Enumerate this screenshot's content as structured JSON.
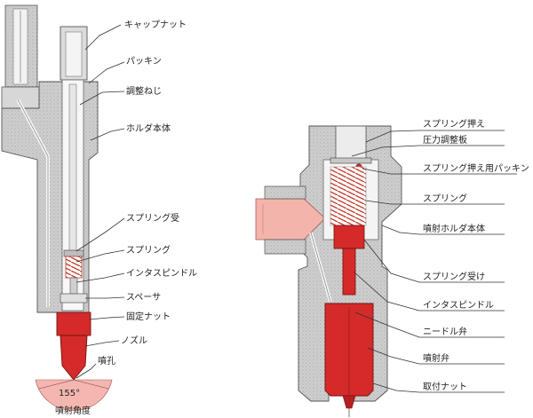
{
  "colors": {
    "body_gray": "#c9c9c9",
    "body_dark": "#8f8f8f",
    "nozzle_red": "#d42a2a",
    "nozzle_red_dark": "#a91c1c",
    "spray_pink": "#f4b6b0",
    "background": "#ffffff"
  },
  "left_diagram": {
    "labels": {
      "cap_nut": "キャップナット",
      "packing": "パッキン",
      "adjusting_screw": "調整ねじ",
      "holder_body": "ホルダ本体",
      "spring_seat": "スプリング受",
      "spring": "スプリング",
      "inter_spindle": "インタスピンドル",
      "spacer": "スペーサ",
      "fixing_nut": "固定ナット",
      "nozzle": "ノズル",
      "spray_hole": "噴孔",
      "spray_angle_value": "155°",
      "spray_angle": "噴射角度"
    }
  },
  "right_diagram": {
    "labels": {
      "spring_retainer": "スプリング押え",
      "pressure_adjusting_plate": "圧力調整板",
      "spring_retainer_packing": "スプリング押え用パッキン",
      "spring": "スプリング",
      "nozzle_holder_body": "噴射ホルダ本体",
      "spring_seat": "スプリング受け",
      "inter_spindle": "インタスピンドル",
      "needle_valve": "ニードル弁",
      "injection_valve": "噴射弁",
      "mounting_nut": "取付ナット"
    }
  }
}
